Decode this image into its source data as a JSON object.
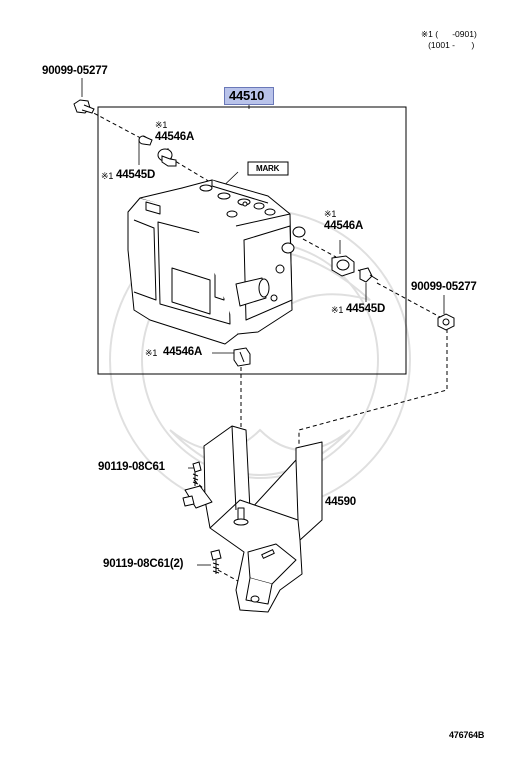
{
  "notes": {
    "line1": "※1 (      -0901)",
    "line2": "   (1001 -       )"
  },
  "parts": {
    "bolt_top_left": "90099-05277",
    "main_assembly": "44510",
    "mark_label": "MARK",
    "note_mark_1": "※1",
    "cap_upper": "44546A",
    "fitting_left": "44545D",
    "note_mark_fitting_left": "※1",
    "note_mark_2": "※1",
    "cap_right": "44546A",
    "bolt_right": "90099-05277",
    "fitting_right": "44545D",
    "note_mark_fitting_right": "※1",
    "cap_lower": "44546A",
    "note_mark_cap_lower": "※1",
    "bolt_mid": "90119-08C61",
    "bracket": "44590",
    "bolt_low": "90119-08C61(2)"
  },
  "figure_id": "476764B",
  "colors": {
    "highlight": "#b9c3ea",
    "line": "#000000"
  }
}
